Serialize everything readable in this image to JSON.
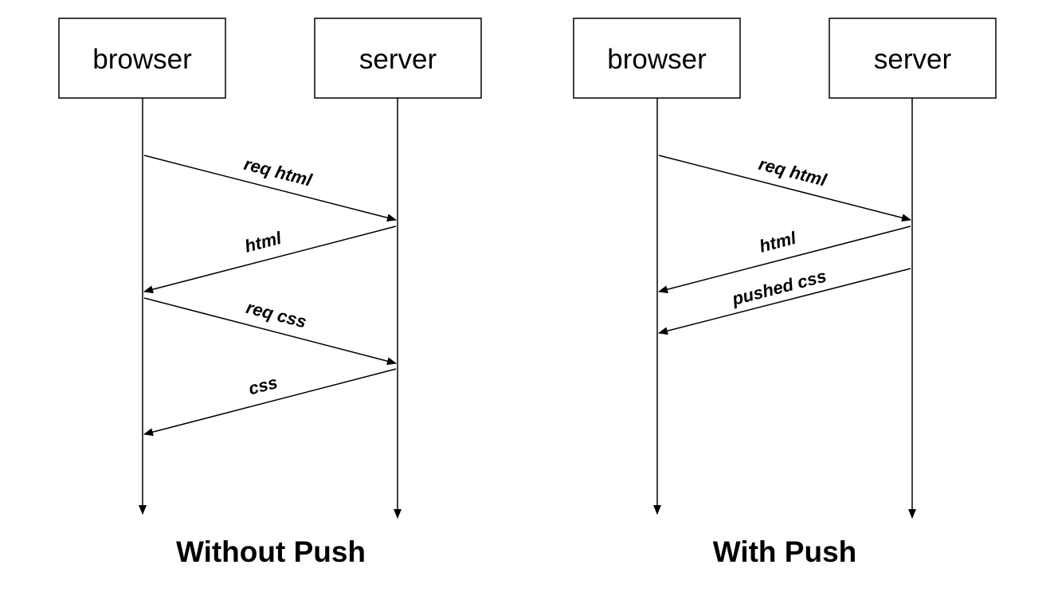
{
  "diagrams": [
    {
      "caption": "Without Push",
      "participants": [
        "browser",
        "server"
      ],
      "messages": [
        {
          "label": "req html",
          "from": "browser",
          "to": "server"
        },
        {
          "label": "html",
          "from": "server",
          "to": "browser"
        },
        {
          "label": "req css",
          "from": "browser",
          "to": "server"
        },
        {
          "label": "css",
          "from": "server",
          "to": "browser"
        }
      ]
    },
    {
      "caption": "With Push",
      "participants": [
        "browser",
        "server"
      ],
      "messages": [
        {
          "label": "req html",
          "from": "browser",
          "to": "server"
        },
        {
          "label": "html",
          "from": "server",
          "to": "browser"
        },
        {
          "label": "pushed css",
          "from": "server",
          "to": "browser"
        }
      ]
    }
  ]
}
